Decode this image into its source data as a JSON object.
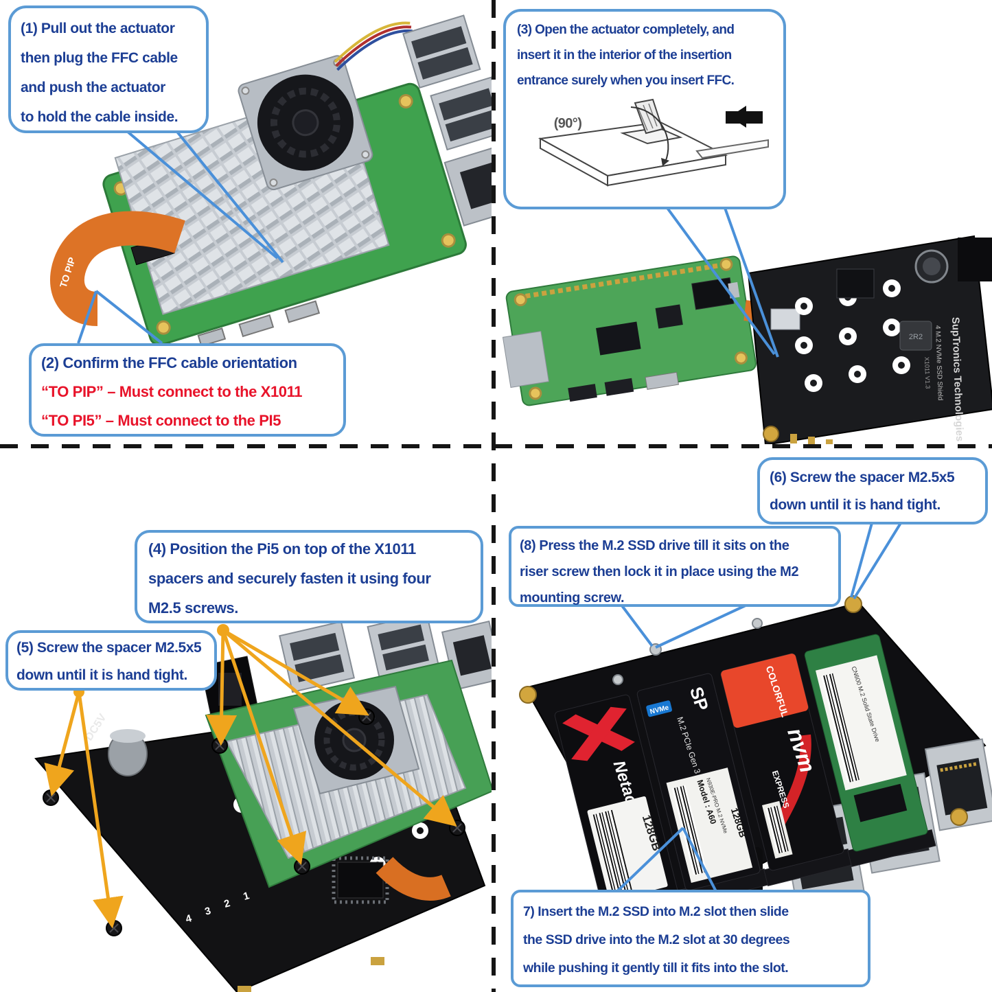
{
  "colors": {
    "callout_border": "#5b9bd5",
    "callout_text": "#1c3e94",
    "warning_red": "#e8132a",
    "leader_blue": "#4a90d9",
    "arrow_yellow": "#efa51d"
  },
  "callouts": {
    "c1": {
      "lines": [
        "(1) Pull out the actuator",
        "then plug the FFC cable",
        "and push the actuator",
        "to hold the cable inside."
      ]
    },
    "c2": {
      "title": "(2) Confirm the FFC cable orientation",
      "rule1": "“TO PIP” – Must connect to the X1011",
      "rule2": "“TO PI5” – Must connect to the PI5"
    },
    "c3": {
      "lines": [
        "(3) Open the actuator completely, and",
        "insert it in the interior of the insertion",
        "entrance surely when you insert FFC."
      ],
      "angle_label": "(90°)"
    },
    "c4": {
      "lines": [
        "(4) Position the Pi5 on top of the X1011",
        "spacers and securely fasten it using four",
        "M2.5 screws."
      ]
    },
    "c5": {
      "lines": [
        "(5) Screw the spacer M2.5x5",
        "down until it is hand tight."
      ]
    },
    "c6": {
      "lines": [
        "(6) Screw the spacer M2.5x5",
        "down until it is hand tight."
      ]
    },
    "c7": {
      "lines": [
        "7) Insert the M.2 SSD into M.2 slot then slide",
        "the SSD drive into the M.2 slot at 30 degrees",
        "while pushing it gently till it fits into the slot."
      ]
    },
    "c8": {
      "lines": [
        "(8) Press the M.2 SSD drive till it sits on the",
        "riser screw then lock it in place using the M2",
        "mounting screw."
      ]
    }
  },
  "photo_labels": {
    "ffc_cable": "TO PIP",
    "x1011_brand": "SupTronics Technologies",
    "x1011_product": "4 M.2 NVMe SSD Shield",
    "x1011_version": "X1011 V1.3",
    "inductor": "2R2",
    "power_silkscreen": "DC5V",
    "slot_numbers": [
      "4",
      "3",
      "2",
      "1"
    ],
    "ssd_netac_brand": "Netac",
    "ssd_netac_capacity": "128GB",
    "ssd_sp_logo": "SP",
    "ssd_sp_badge": "NVMe",
    "ssd_sp_line": "M.2 PCIe Gen 3 SSD",
    "ssd_sp_model": "Model : A60",
    "ssd_sp_part": "N930E-PRO M.2 NVMe",
    "ssd_sp_capacity": "128GB",
    "ssd_colorful_brand": "COLORFUL",
    "ssd_colorful_logo": "nvm",
    "ssd_colorful_logo2": "EXPRESS",
    "ssd_green_label": "CN600 M.2 Solid State Drive"
  }
}
